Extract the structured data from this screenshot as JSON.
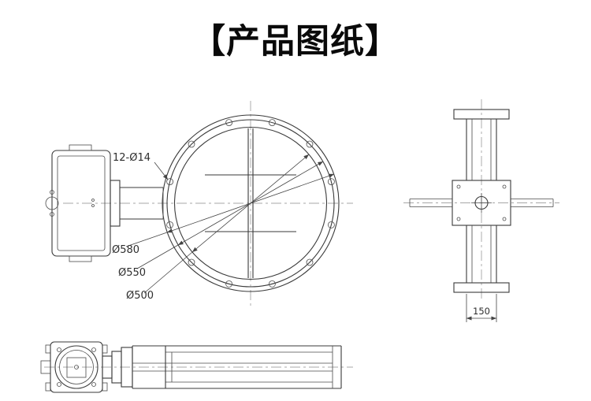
{
  "page": {
    "title": "【产品图纸】",
    "background": "#ffffff",
    "line_color": "#3a3a3a",
    "text_color": "#2e2e2e"
  },
  "drawing": {
    "views": {
      "front": "front-view-flange-with-actuator",
      "side": "side-profile-view",
      "bottom": "bottom-assembly-view"
    },
    "dims": {
      "bolt_holes": "12-Ø14",
      "outer_diameter": "Ø580",
      "bolt_circle": "Ø550",
      "bore": "Ø500",
      "body_width": "150"
    }
  }
}
